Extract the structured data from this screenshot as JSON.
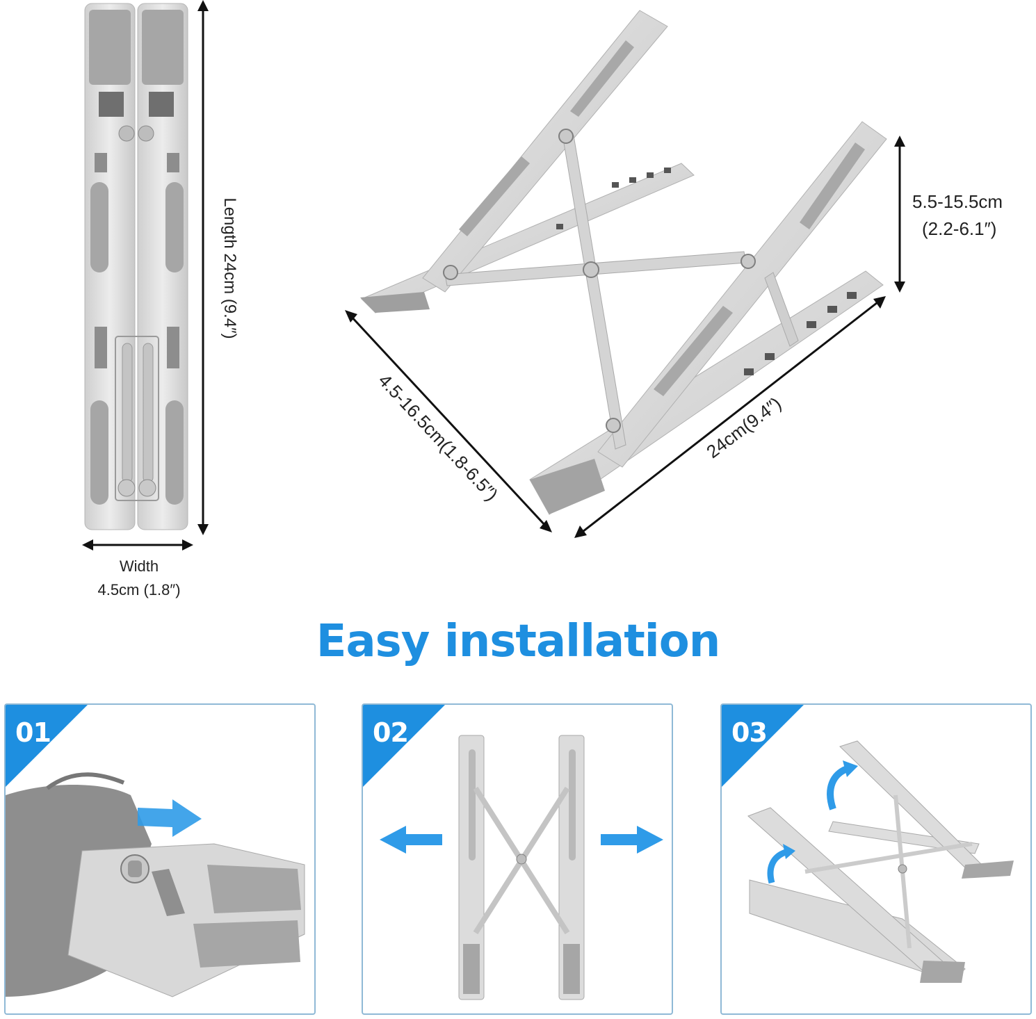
{
  "dimensions": {
    "length_label": "Length 24cm (9.4″)",
    "width_title": "Width",
    "width_value": "4.5cm (1.8″)",
    "height_range": "5.5-15.5cm",
    "height_range_in": "(2.2-6.1″)",
    "depth_range": "4.5-16.5cm(1.8-6.5″)",
    "base_length": "24cm(9.4″)"
  },
  "section_title": "Easy installation",
  "steps": [
    {
      "number": "01"
    },
    {
      "number": "02"
    },
    {
      "number": "03"
    }
  ],
  "colors": {
    "accent": "#1e8fe0",
    "badge": "#1e8fe0",
    "metal": "#d9d9d9",
    "pad": "#a8a8a8",
    "arrow": "#2f9be8"
  }
}
